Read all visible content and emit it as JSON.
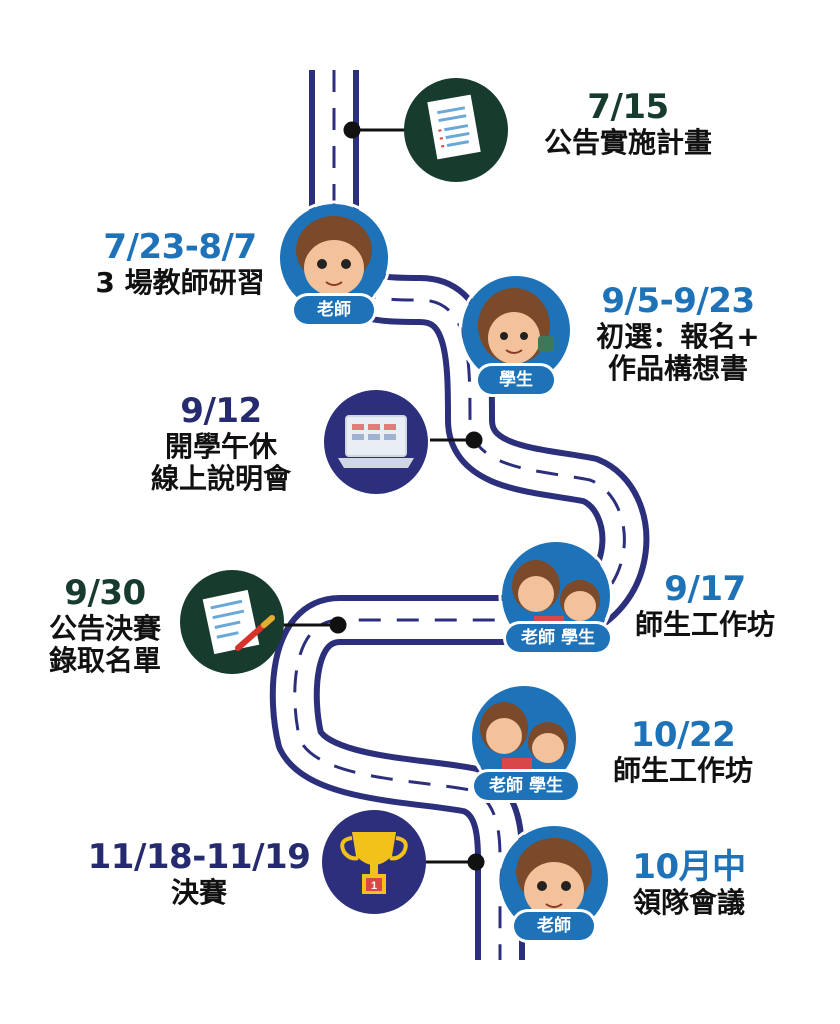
{
  "colors": {
    "road": "#2c2f7c",
    "green_circle": "#173c2d",
    "blue_circle": "#1d72b8",
    "navy_circle": "#2c2f7c",
    "date_green": "#173c2d",
    "date_blue": "#1d72b8",
    "date_navy": "#262a6e",
    "badge": "#1d72b8"
  },
  "milestones": [
    {
      "date": "7/15",
      "desc": [
        "公告實施計畫"
      ],
      "icon": "document-icon"
    },
    {
      "date": "7/23-8/7",
      "desc": [
        "3 場教師研習"
      ],
      "icon": "teacher-avatar",
      "badge": "老師"
    },
    {
      "date": "9/5-9/23",
      "desc": [
        "初選：報名+",
        "作品構想書"
      ],
      "icon": "student-avatar",
      "badge": "學生"
    },
    {
      "date": "9/12",
      "desc": [
        "開學午休",
        "線上說明會"
      ],
      "icon": "laptop-icon"
    },
    {
      "date": "9/17",
      "desc": [
        "師生工作坊"
      ],
      "icon": "teacher-student-avatar",
      "badge": "老師 學生"
    },
    {
      "date": "9/30",
      "desc": [
        "公告決賽",
        "錄取名單"
      ],
      "icon": "document-pen-icon"
    },
    {
      "date": "10/22",
      "desc": [
        "師生工作坊"
      ],
      "icon": "teacher-student-avatar",
      "badge": "老師 學生"
    },
    {
      "date": "11/18-11/19",
      "desc": [
        "決賽"
      ],
      "icon": "trophy-icon",
      "trophy_number": "1"
    },
    {
      "date": "10月中",
      "desc": [
        "領隊會議"
      ],
      "icon": "teacher-avatar",
      "badge": "老師"
    }
  ]
}
